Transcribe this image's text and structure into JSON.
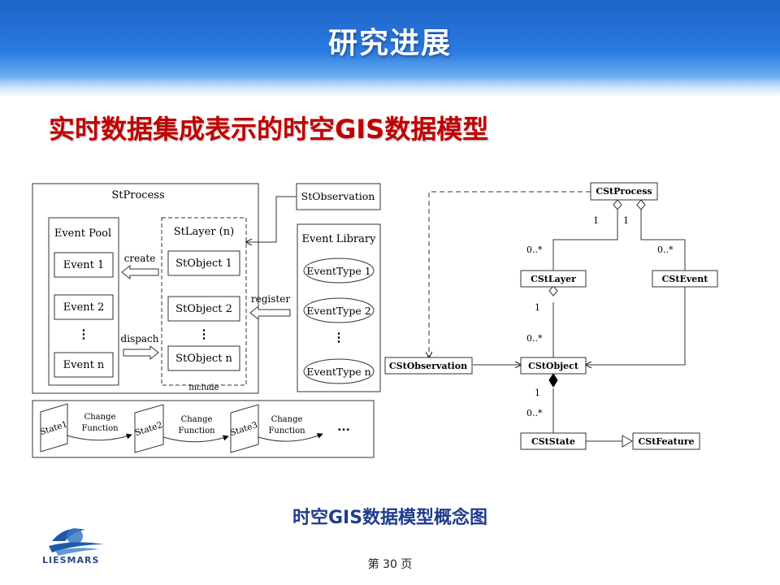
{
  "header": {
    "title": "研究进展"
  },
  "subtitle": "实时数据集成表示的时空GIS数据模型",
  "left_diagram": {
    "process_label": "StProcess",
    "event_pool_label": "Event Pool",
    "events": [
      "Event 1",
      "Event 2",
      "⋮",
      "Event n"
    ],
    "layer_label": "StLayer (n)",
    "objects": [
      "StObject 1",
      "StObject 2",
      "⋮",
      "StObject n"
    ],
    "observation_label": "StObservation",
    "library_label": "Event Library",
    "event_types": [
      "EventType 1",
      "EventType 2",
      "⋮",
      "EventType n"
    ],
    "arrow_labels": {
      "create": "create",
      "dispach": "dispach",
      "register": "register",
      "include": "include"
    },
    "states": [
      "State1",
      "State2",
      "State3"
    ],
    "change_function": [
      "Change",
      "Function"
    ],
    "ellipsis": "..."
  },
  "uml_diagram": {
    "classes": {
      "process": "CStProcess",
      "layer": "CStLayer",
      "event": "CStEvent",
      "observation": "CStObservation",
      "object": "CStObject",
      "state": "CStState",
      "feature": "CStFeature"
    },
    "multiplicities": {
      "process_layer_one": "1",
      "process_event_one": "1",
      "layer_many": "0..*",
      "event_many": "0..*",
      "layer_object_one": "1",
      "object_many": "0..*",
      "object_state_one": "1",
      "state_many": "0..*"
    }
  },
  "caption": "时空GIS数据模型概念图",
  "logo_text": "LIESMARS",
  "page_number": "第 30 页"
}
